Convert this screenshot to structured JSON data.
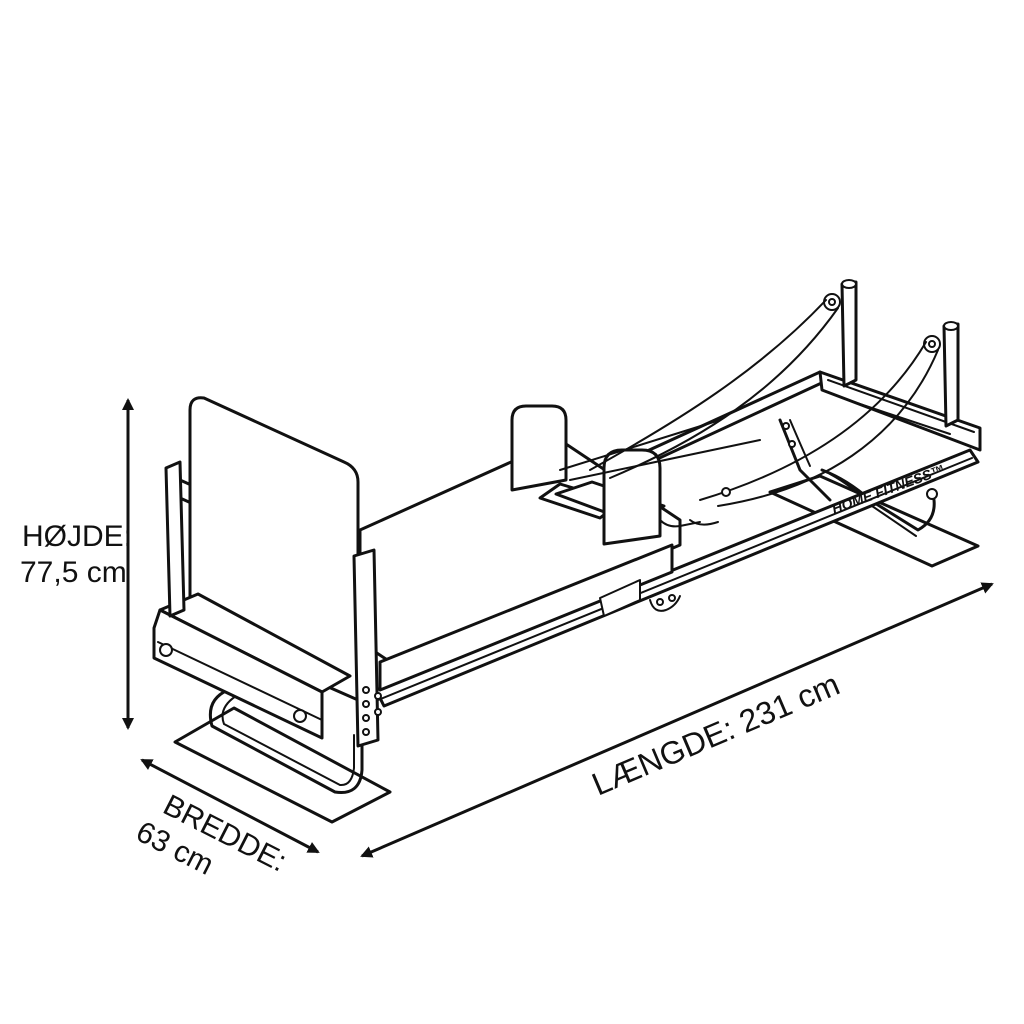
{
  "dimensions": {
    "height_label": "HØJDE:",
    "height_value": "77,5 cm",
    "width_label": "BREDDE:",
    "width_value": "63 cm",
    "length_text": "LÆNGDE: 231 cm"
  },
  "brand": {
    "text": "HOME FITNESS™"
  },
  "colors": {
    "line": "#111111",
    "background": "#ffffff"
  }
}
